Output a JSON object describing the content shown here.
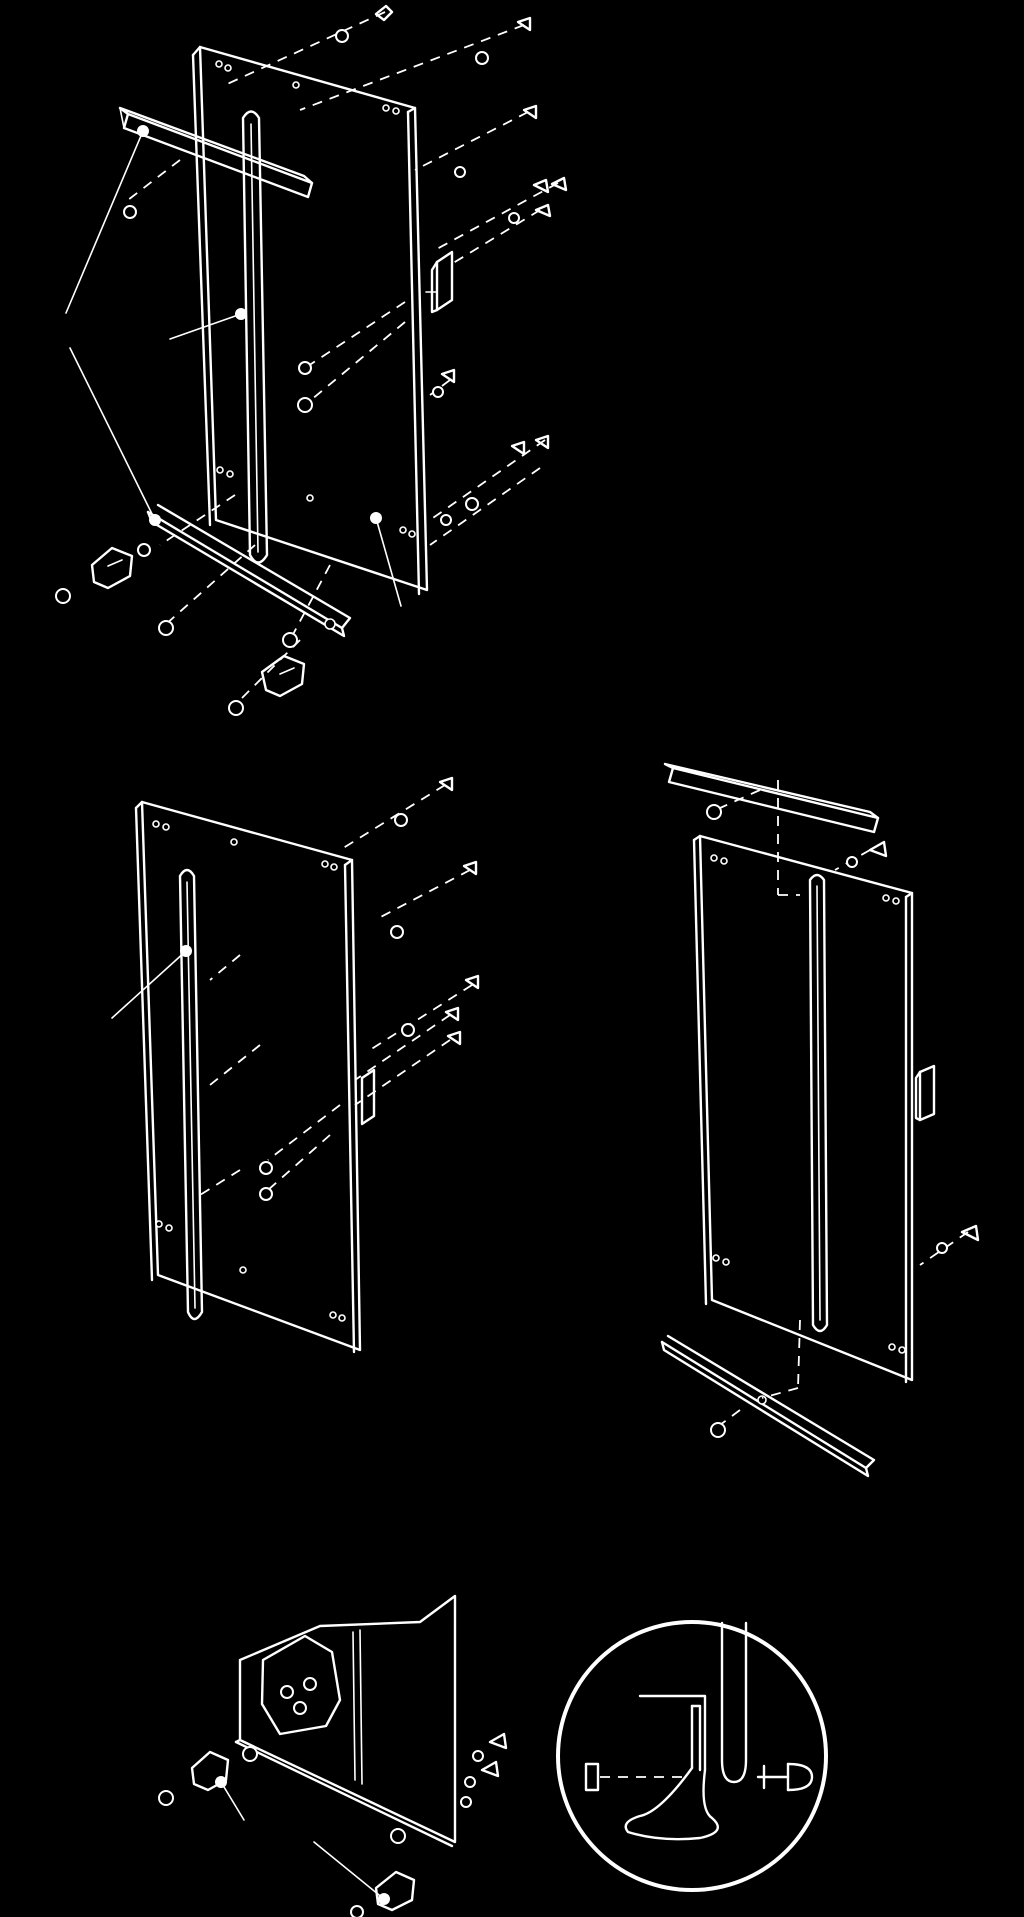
{
  "colors": {
    "background": "#000000",
    "line": "#ffffff"
  },
  "views": [
    {
      "name": "panel-assembly-top-exploded"
    },
    {
      "name": "panel-assembly-middle-left"
    },
    {
      "name": "panel-assembly-middle-right"
    },
    {
      "name": "corner-bracket-detail"
    },
    {
      "name": "joint-section-detail-circle"
    }
  ]
}
